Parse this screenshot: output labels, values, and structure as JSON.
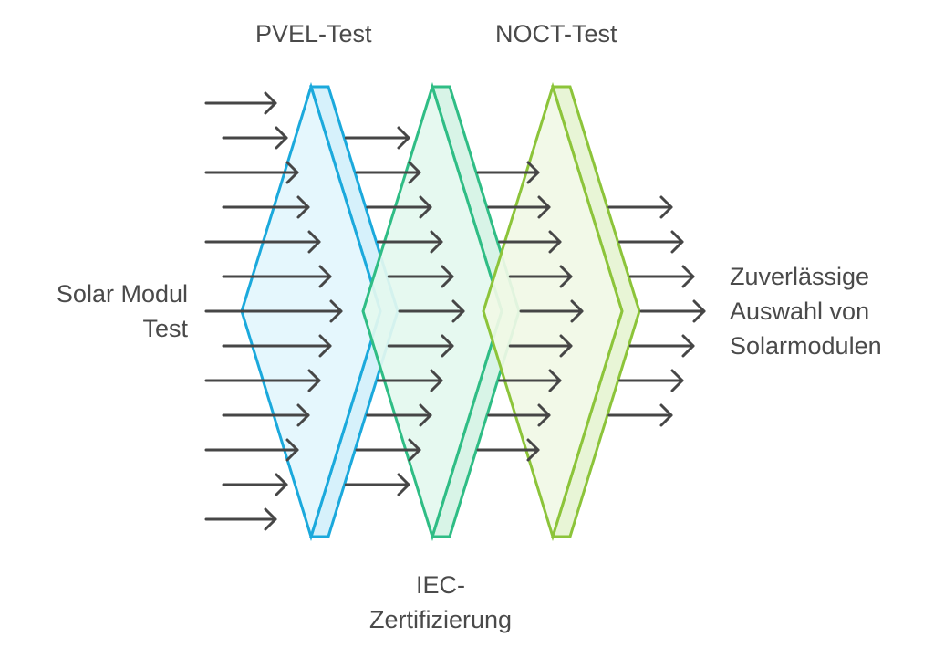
{
  "diagram": {
    "title": "Solar module testing filter diagram",
    "input_label": [
      "Solar Modul",
      "Test"
    ],
    "output_label": [
      "Zuverlässige",
      "Auswahl von",
      "Solarmodulen"
    ],
    "filters": [
      {
        "id": "pvel",
        "label": "PVEL-Test",
        "label_position": "top",
        "stroke": "#1ba9dc",
        "fill": "#e3f6fd",
        "side_fill": "#d6f1fb"
      },
      {
        "id": "iec",
        "label_lines": [
          "IEC-",
          "Zertifizierung"
        ],
        "label_position": "bottom",
        "stroke": "#2fbd85",
        "fill": "#e4f8ef",
        "side_fill": "#d8f4e7"
      },
      {
        "id": "noct",
        "label": "NOCT-Test",
        "label_position": "top",
        "stroke": "#8cc43a",
        "fill": "#f1f9e6",
        "side_fill": "#e8f5d6"
      }
    ],
    "stage_arrow_counts": {
      "input": 13,
      "after_pvel": 11,
      "after_iec": 9,
      "output": 7
    },
    "arrow_color": "#464646"
  }
}
